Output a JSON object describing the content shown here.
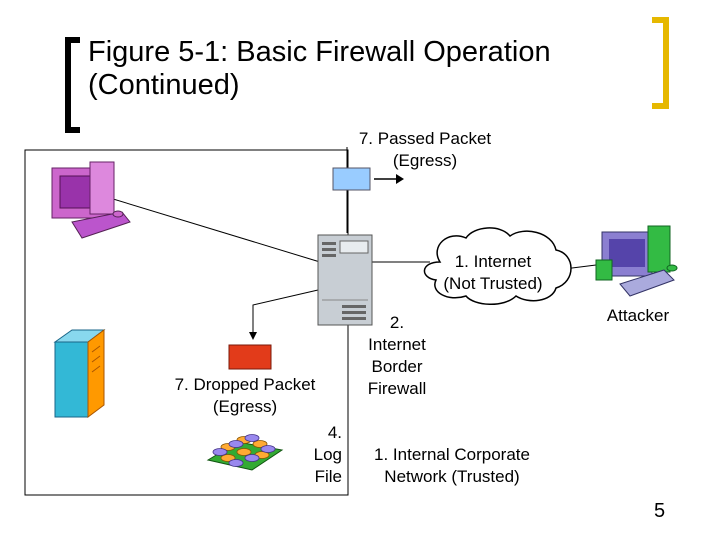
{
  "slide": {
    "title_line1": "Figure 5-1: Basic Firewall Operation",
    "title_line2": "(Continued)",
    "page_number": "5"
  },
  "labels": {
    "passed_packet_line1": "7. Passed Packet",
    "passed_packet_line2": "(Egress)",
    "internet_line1": "1. Internet",
    "internet_line2": "(Not Trusted)",
    "attacker": "Attacker",
    "firewall_line1": "2.",
    "firewall_line2": "Internet",
    "firewall_line3": "Border",
    "firewall_line4": "Firewall",
    "dropped_packet_line1": "7. Dropped Packet",
    "dropped_packet_line2": "(Egress)",
    "log_line1": "4.",
    "log_line2": "Log",
    "log_line3": "File",
    "internal_line1": "1. Internal Corporate",
    "internal_line2": "Network (Trusted)"
  },
  "colors": {
    "accent_gold": "#e6b800",
    "bracket": "#000000",
    "passed_packet": "#99ccff",
    "dropped_packet": "#e23b1a",
    "workstation": "#cc66cc",
    "attacker_pc": "#8b7fd1",
    "attacker_tower": "#33bb44",
    "server": "#33b8d6",
    "server_accent": "#ff9900",
    "firewall": "#c8ced4"
  },
  "icons": [
    "workstation-icon",
    "firewall-server-icon",
    "internal-server-icon",
    "attacker-computer-icon",
    "log-file-icon",
    "passed-packet-icon",
    "dropped-packet-icon",
    "internet-cloud-icon"
  ]
}
